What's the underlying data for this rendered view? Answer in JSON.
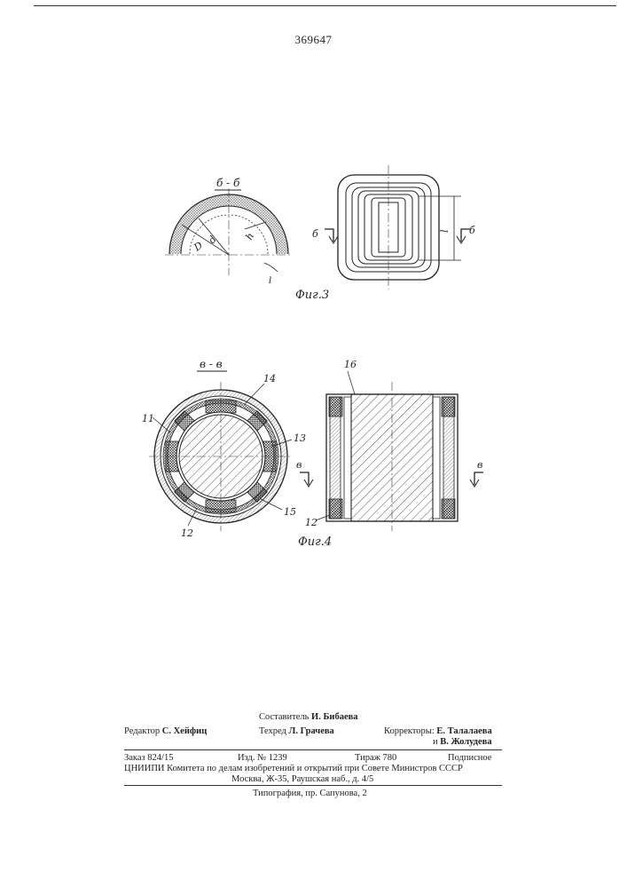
{
  "patent_number": "369647",
  "fig3": {
    "section_label": "б - б",
    "caption": "Фиг.3",
    "dim_D": "D",
    "dim_d": "d",
    "dim_h": "h",
    "dim_l": "l",
    "cut_left": "б",
    "cut_right": "б"
  },
  "fig4": {
    "section_label": "в - в",
    "caption": "Фиг.4",
    "ref_11": "11",
    "ref_12a": "12",
    "ref_12b": "12",
    "ref_13": "13",
    "ref_14": "14",
    "ref_15": "15",
    "ref_16": "16",
    "cut_left": "в",
    "cut_right": "в"
  },
  "footer": {
    "compiler_label": "Составитель",
    "compiler_name": "И. Бибаева",
    "editor_label": "Редактор",
    "editor_name": "С. Хейфиц",
    "techred_label": "Техред",
    "techred_name": "Л. Грачева",
    "correctors_label": "Корректоры:",
    "corrector1": "Е. Талалаева",
    "corrector2_prefix": "и",
    "corrector2": "В. Жолудева",
    "order": "Заказ 824/15",
    "edition": "Изд. № 1239",
    "circulation": "Тираж 780",
    "subscription": "Подписное",
    "institute": "ЦНИИПИ Комитета по делам изобретений и открытий при Совете Министров СССР",
    "address": "Москва, Ж-35, Раушская наб., д. 4/5",
    "printer": "Типография, пр. Сапунова, 2"
  }
}
